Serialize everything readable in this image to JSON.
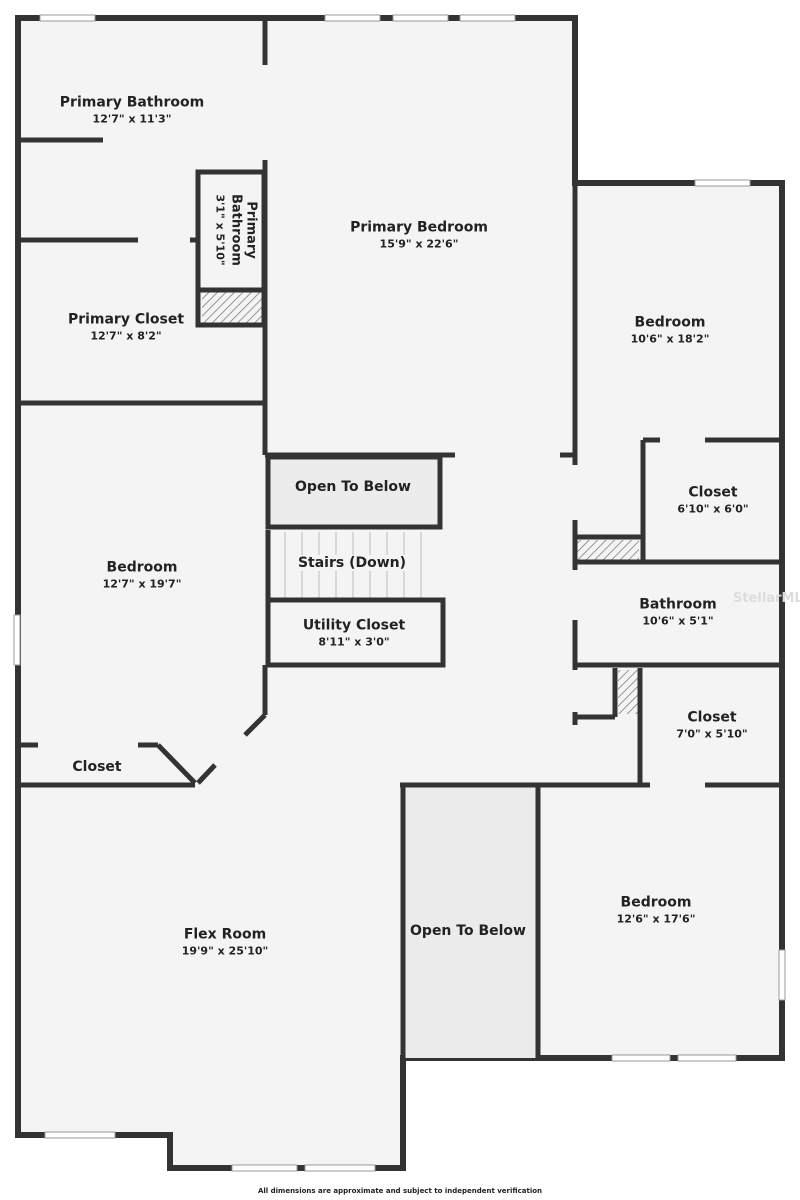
{
  "rooms": [
    {
      "name": "Primary Bathroom",
      "dims": "12'7\" x 11'3\""
    },
    {
      "name": "Primary Bathroom",
      "dims": "3'1\" x 5'10\""
    },
    {
      "name": "Primary Closet",
      "dims": "12'7\" x 8'2\""
    },
    {
      "name": "Primary Bedroom",
      "dims": "15'9\" x 22'6\""
    },
    {
      "name": "Bedroom",
      "dims": "10'6\" x 18'2\""
    },
    {
      "name": "Closet",
      "dims": "6'10\" x 6'0\""
    },
    {
      "name": "Bathroom",
      "dims": "10'6\" x 5'1\""
    },
    {
      "name": "Closet",
      "dims": "7'0\" x 5'10\""
    },
    {
      "name": "Bedroom",
      "dims": "12'7\" x 19'7\""
    },
    {
      "name": "Closet"
    },
    {
      "name": "Open To Below"
    },
    {
      "name": "Stairs (Down)"
    },
    {
      "name": "Utility Closet",
      "dims": "8'11\" x 3'0\""
    },
    {
      "name": "Flex Room",
      "dims": "19'9\" x 25'10\""
    },
    {
      "name": "Open To Below"
    },
    {
      "name": "Bedroom",
      "dims": "12'6\" x 17'6\""
    }
  ],
  "watermark": "StellarMLS",
  "footer": "All dimensions are approximate and subject to independent verification",
  "colors": {
    "wall": "#333333",
    "floor": "#f4f4f4",
    "open": "#e9e9e9"
  }
}
